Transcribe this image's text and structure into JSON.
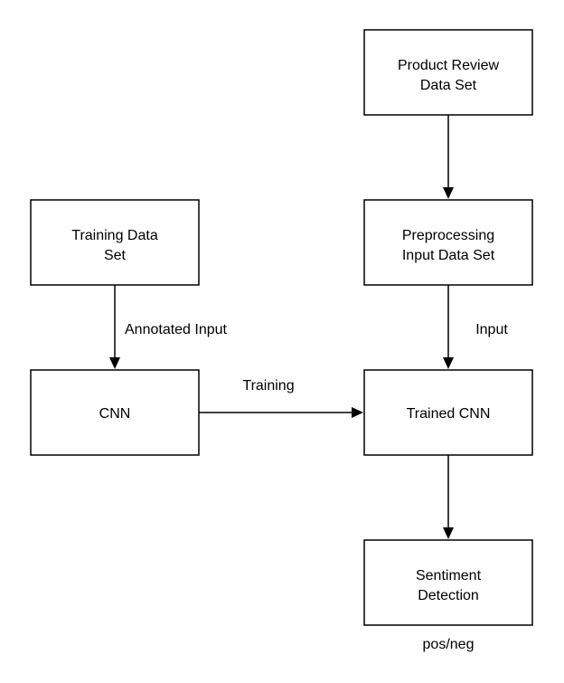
{
  "nodes": {
    "product_review": {
      "line1": "Product Review",
      "line2": "Data Set"
    },
    "preprocessing": {
      "line1": "Preprocessing",
      "line2": "Input Data Set"
    },
    "training_data": {
      "line1": "Training Data",
      "line2": "Set"
    },
    "cnn": {
      "label": "CNN"
    },
    "trained_cnn": {
      "label": "Trained CNN"
    },
    "sentiment": {
      "line1": "Sentiment",
      "line2": "Detection"
    }
  },
  "edges": {
    "annotated_input": "Annotated Input",
    "input": "Input",
    "training": "Training"
  },
  "output_label": "pos/neg"
}
